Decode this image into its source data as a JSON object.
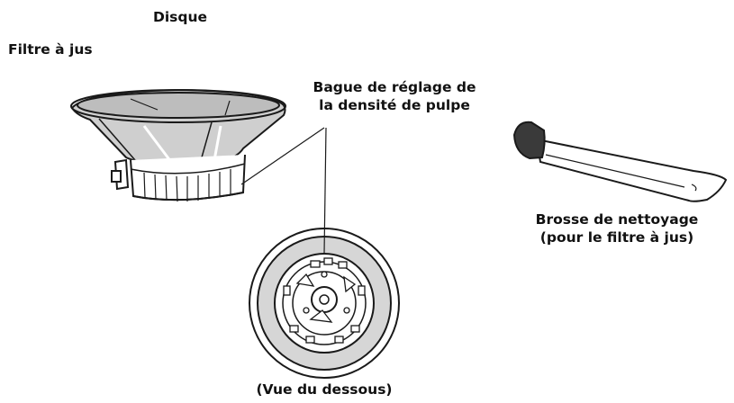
{
  "labels": {
    "disque": "Disque",
    "filtre": "Filtre à jus",
    "bague_line1": "Bague de réglage de",
    "bague_line2": "la densité de pulpe",
    "brosse_line1": "Brosse de nettoyage",
    "brosse_line2": "(pour le filtre à jus)",
    "vue": "(Vue du dessous)"
  },
  "colors": {
    "outline": "#1a1a1a",
    "mesh": "#cfcfcf",
    "mesh_dark": "#bdbdbd",
    "ring_fill": "#d6d6d6",
    "bristles": "#3a3a3a",
    "white": "#ffffff"
  }
}
